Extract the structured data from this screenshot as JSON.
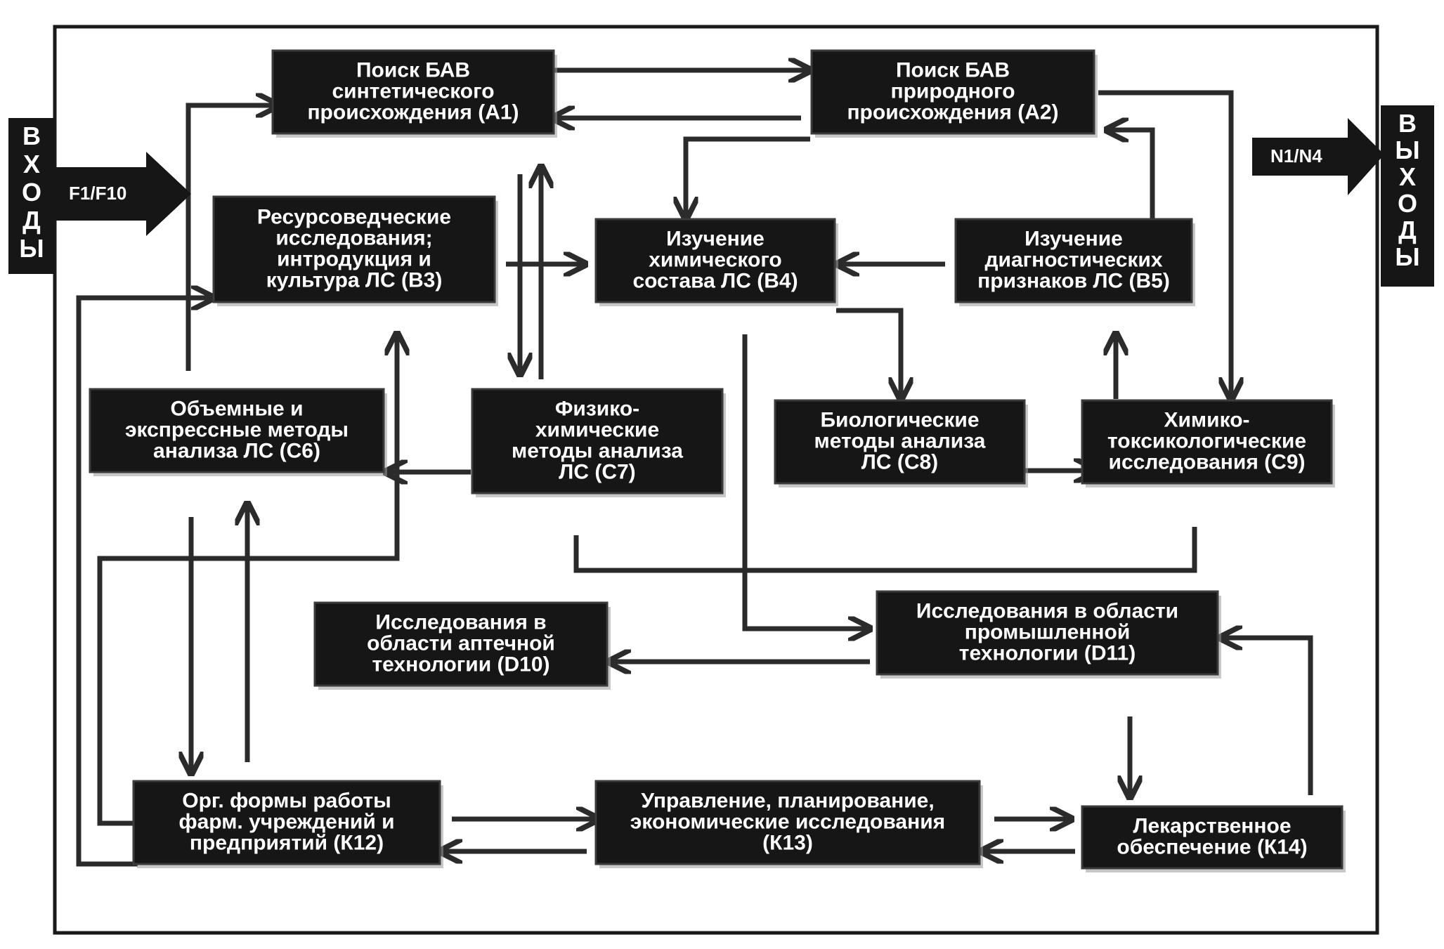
{
  "diagram": {
    "inputs": {
      "side_label": "ВХОДЫ",
      "arrow_label": "F1/F10"
    },
    "outputs": {
      "side_label": "ВЫХОДЫ",
      "arrow_label": "N1/N4"
    },
    "blocks": {
      "A1": {
        "lines": [
          "Поиск БАВ",
          "синтетического",
          "происхождения (А1)"
        ]
      },
      "A2": {
        "lines": [
          "Поиск БАВ",
          "природного",
          "происхождения (А2)"
        ]
      },
      "B3": {
        "lines": [
          "Ресурсоведческие",
          "исследования;",
          "интродукция и",
          "культура ЛС (В3)"
        ]
      },
      "B4": {
        "lines": [
          "Изучение",
          "химического",
          "состава ЛС (В4)"
        ]
      },
      "B5": {
        "lines": [
          "Изучение",
          "диагностических",
          "признаков ЛС (В5)"
        ]
      },
      "C6": {
        "lines": [
          "Объемные и",
          "экспрессные методы",
          "анализа ЛС (С6)"
        ]
      },
      "C7": {
        "lines": [
          "Физико-",
          "химические",
          "методы анализа",
          "ЛС (С7)"
        ]
      },
      "C8": {
        "lines": [
          "Биологические",
          "методы анализа",
          "ЛС (С8)"
        ]
      },
      "C9": {
        "lines": [
          "Химико-",
          "токсикологические",
          "исследования (С9)"
        ]
      },
      "D10": {
        "lines": [
          "Исследования в",
          "области аптечной",
          "технологии (D10)"
        ]
      },
      "D11": {
        "lines": [
          "Исследования в области",
          "промышленной",
          "технологии (D11)"
        ]
      },
      "K12": {
        "lines": [
          "Орг. формы работы",
          "фарм. учреждений и",
          "предприятий (К12)"
        ]
      },
      "K13": {
        "lines": [
          "Управление, планирование,",
          "экономические исследования",
          "(К13)"
        ]
      },
      "K14": {
        "lines": [
          "Лекарственное",
          "обеспечение (К14)"
        ]
      }
    },
    "colors": {
      "box_fill": "#161616",
      "box_text": "#ffffff",
      "line": "#2b2b2b",
      "background": "#ffffff"
    }
  }
}
